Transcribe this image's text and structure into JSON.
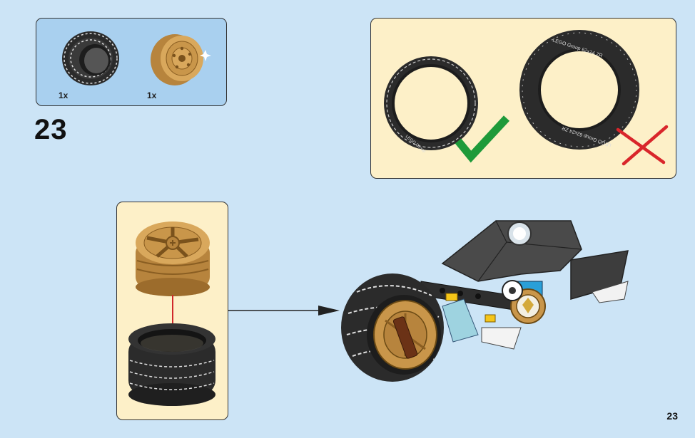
{
  "step": {
    "number": "23"
  },
  "parts": [
    {
      "name": "tire",
      "qty": "1x",
      "color": "#2a2a2a"
    },
    {
      "name": "rim",
      "qty": "1x",
      "color": "#c9964a"
    }
  ],
  "tip": {
    "correct_icon": "check-mark-icon",
    "wrong_icon": "cross-mark-icon",
    "check_color": "#1e9a3a",
    "cross_color": "#d9262b"
  },
  "page": {
    "number": "23"
  },
  "colors": {
    "background": "#cce4f6",
    "parts_box": "#a9d0ef",
    "callout_box": "#fdf0c8"
  }
}
